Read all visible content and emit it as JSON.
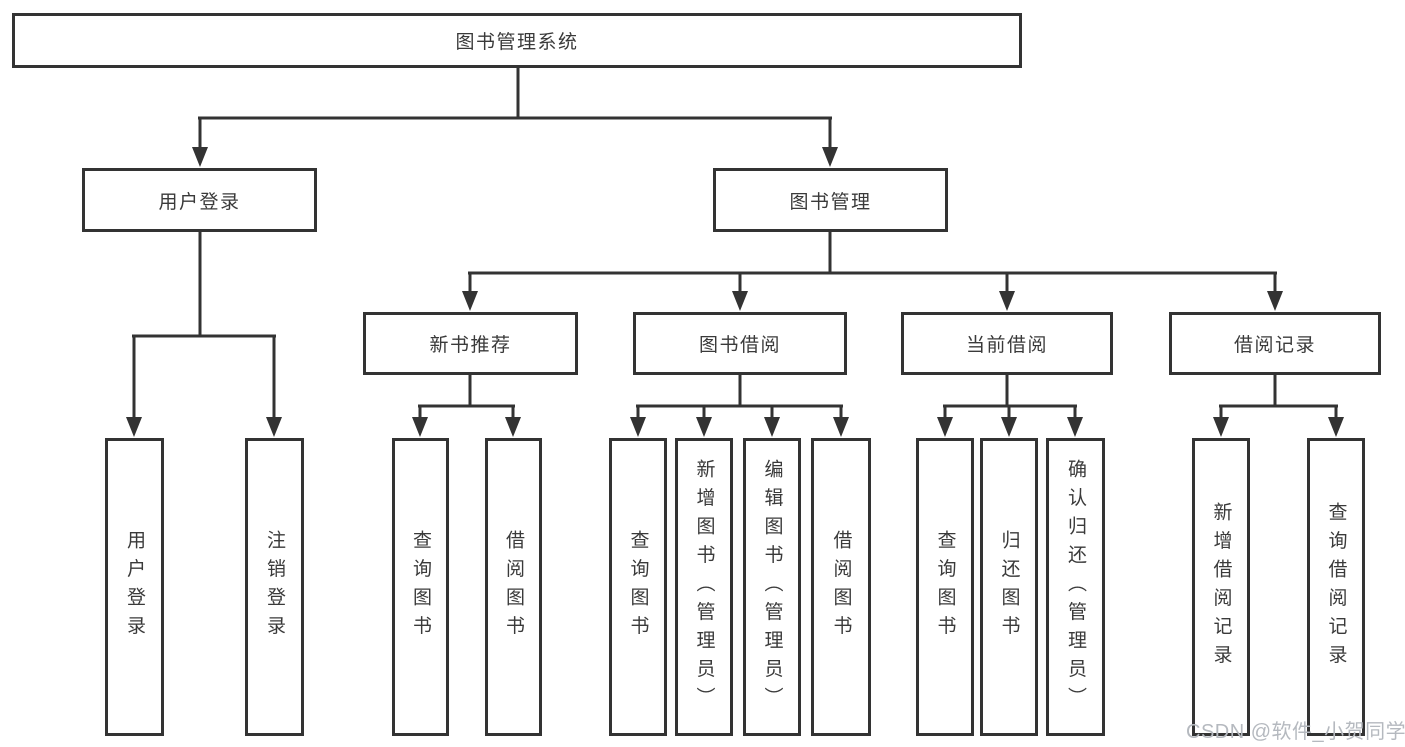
{
  "colors": {
    "line": "#333333",
    "box_border": "#333333",
    "text": "#3a3a3a",
    "background": "#ffffff",
    "watermark_text": "#b5b9bf"
  },
  "tree": {
    "root": "图书管理系统",
    "branches": [
      {
        "label": "用户登录",
        "leaves": [
          "用户登录",
          "注销登录"
        ]
      },
      {
        "label": "图书管理",
        "groups": [
          {
            "label": "新书推荐",
            "leaves": [
              "查询图书",
              "借阅图书"
            ]
          },
          {
            "label": "图书借阅",
            "leaves": [
              "查询图书",
              "新增图书（管理员）",
              "编辑图书（管理员）",
              "借阅图书"
            ]
          },
          {
            "label": "当前借阅",
            "leaves": [
              "查询图书",
              "归还图书",
              "确认归还（管理员）"
            ]
          },
          {
            "label": "借阅记录",
            "leaves": [
              "新增借阅记录",
              "查询借阅记录"
            ]
          }
        ]
      }
    ]
  },
  "watermark": "CSDN @软件_小贺同学"
}
